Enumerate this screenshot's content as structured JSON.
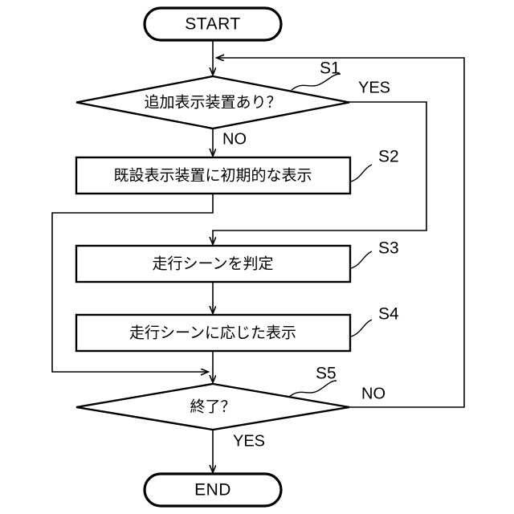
{
  "diagram": {
    "title": "",
    "type": "flowchart",
    "background_color": "#ffffff",
    "line_color": "#000000",
    "nodes": {
      "start": {
        "label": "START",
        "shape": "terminator"
      },
      "s1": {
        "label": "追加表示装置あり？",
        "shape": "decision",
        "step": "S1"
      },
      "s2": {
        "label": "既設表示装置に初期的な表示",
        "shape": "process",
        "step": "S2"
      },
      "s3": {
        "label": "走行シーンを判定",
        "shape": "process",
        "step": "S3"
      },
      "s4": {
        "label": "走行シーンに応じた表示",
        "shape": "process",
        "step": "S4"
      },
      "s5": {
        "label": "終了？",
        "shape": "decision",
        "step": "S5"
      },
      "end": {
        "label": "END",
        "shape": "terminator"
      }
    },
    "edge_labels": {
      "s1_yes": "YES",
      "s1_no": "NO",
      "s5_no": "NO",
      "s5_yes": "YES"
    }
  }
}
